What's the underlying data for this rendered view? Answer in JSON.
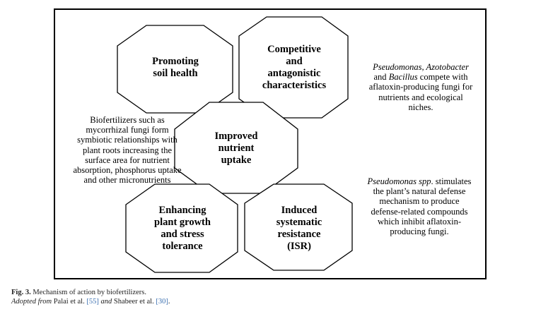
{
  "diagram": {
    "hexagons": [
      {
        "id": "soil",
        "lines": [
          "Promoting",
          "soil health"
        ]
      },
      {
        "id": "competitive",
        "lines": [
          "Competitive",
          "and",
          "antagonistic",
          "characteristics"
        ]
      },
      {
        "id": "nutrient",
        "lines": [
          "Improved",
          "nutrient",
          "uptake"
        ]
      },
      {
        "id": "growth",
        "lines": [
          "Enhancing",
          "plant growth",
          "and stress",
          "tolerance"
        ]
      },
      {
        "id": "isr",
        "lines": [
          "Induced",
          "systematic",
          "resistance",
          "(ISR)"
        ]
      }
    ],
    "notes": {
      "top_right": {
        "l1_italic": "Pseudomonas, Azotobacter",
        "l2_pre": "and ",
        "l2_italic": "Bacillus",
        "l2_post": " compete with",
        "l3": "aflatoxin-producing fungi for",
        "l4": "nutrients and ecological",
        "l5": "niches."
      },
      "left": {
        "lines": [
          "Biofertilizers such as",
          "mycorrhizal fungi form",
          "symbiotic relationships with",
          "plant roots increasing the",
          "surface area for nutrient",
          "absorption, phosphorus uptake",
          "and other micronutrients"
        ]
      },
      "bottom_right": {
        "l1_italic": "Pseudomonas spp",
        "l1_post": ". stimulates",
        "lines": [
          "the plant’s natural defense",
          "mechanism to produce",
          "defense-related compounds",
          "which inhibit aflatoxin-",
          "producing fungi."
        ]
      }
    }
  },
  "caption": {
    "fig_label": "Fig. 3.",
    "title": " Mechanism of action by biofertilizers.",
    "adopted_italic": "Adopted from",
    "source1": " Palai et al. ",
    "ref1": "[55]",
    "and_italic": " and ",
    "source2": "Shabeer et al. ",
    "ref2": "[30]",
    "end": "."
  }
}
